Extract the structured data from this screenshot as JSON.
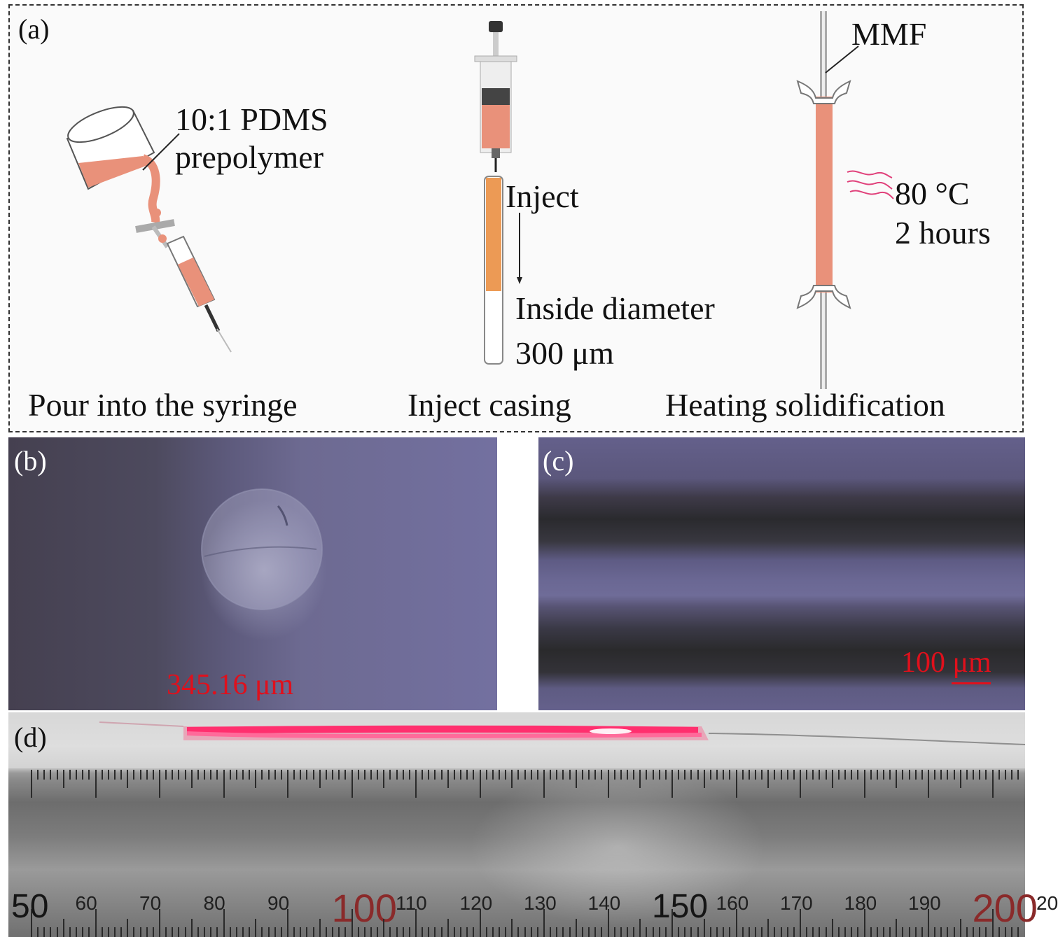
{
  "panel_a": {
    "label": "(a)",
    "step1": {
      "note_line1": "10:1 PDMS",
      "note_line2": "prepolymer",
      "caption": "Pour into the syringe"
    },
    "step2": {
      "inject_label": "Inject",
      "diameter_line1": "Inside diameter",
      "diameter_line2": "300 μm",
      "caption": "Inject casing"
    },
    "step3": {
      "fiber_label": "MMF",
      "temp_line1": "80 °C",
      "temp_line2": "2 hours",
      "caption": "Heating solidification"
    },
    "colors": {
      "pdms": "#e9917a",
      "pdms_dark": "#ec7f45",
      "heat_lines": "#e0407a"
    }
  },
  "panel_b": {
    "label": "(b)",
    "measurement": "345.16 μm"
  },
  "panel_c": {
    "label": "(c)",
    "scale_bar": "100 μm"
  },
  "panel_d": {
    "label": "(d)",
    "ruler_numbers": [
      "50",
      "60",
      "70",
      "80",
      "90",
      "100",
      "110",
      "120",
      "130",
      "140",
      "150",
      "160",
      "170",
      "180",
      "190",
      "200",
      "20"
    ]
  }
}
